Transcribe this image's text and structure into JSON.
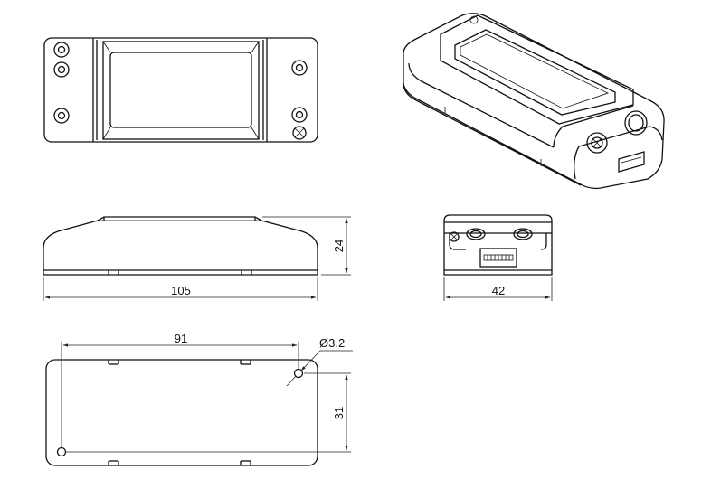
{
  "dimensions": {
    "length": "105",
    "height": "24",
    "width": "42",
    "hole_spacing_x": "91",
    "hole_spacing_y": "31",
    "hole_diameter": "Ø3.2"
  },
  "colors": {
    "line": "#111111",
    "background": "#ffffff"
  }
}
